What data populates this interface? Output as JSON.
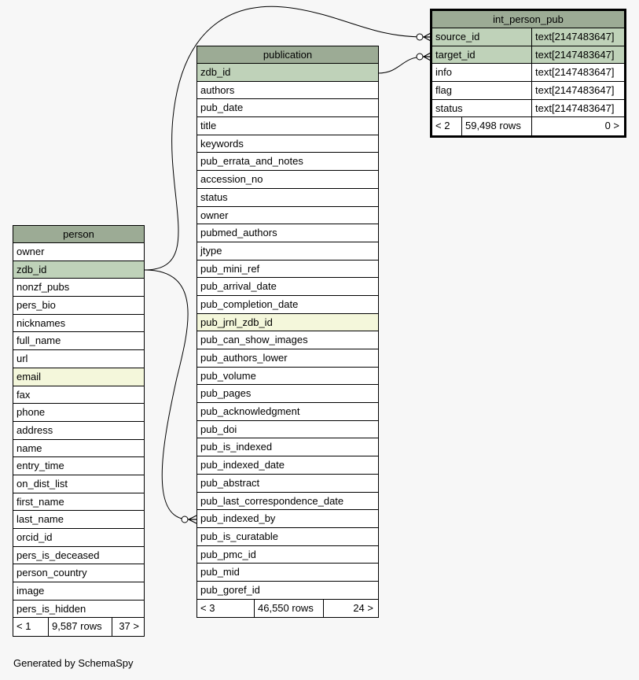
{
  "tables": {
    "int_person_pub": {
      "name": "int_person_pub",
      "columns": [
        {
          "name": "source_id",
          "type": "text[2147483647]",
          "key": "pk"
        },
        {
          "name": "target_id",
          "type": "text[2147483647]",
          "key": "pk"
        },
        {
          "name": "info",
          "type": "text[2147483647]",
          "key": ""
        },
        {
          "name": "flag",
          "type": "text[2147483647]",
          "key": ""
        },
        {
          "name": "status",
          "type": "text[2147483647]",
          "key": ""
        }
      ],
      "footer": {
        "parents": "< 2",
        "rows": "59,498 rows",
        "children": "0 >"
      }
    },
    "publication": {
      "name": "publication",
      "columns": [
        {
          "name": "zdb_id",
          "key": "pk"
        },
        {
          "name": "authors",
          "key": ""
        },
        {
          "name": "pub_date",
          "key": ""
        },
        {
          "name": "title",
          "key": ""
        },
        {
          "name": "keywords",
          "key": ""
        },
        {
          "name": "pub_errata_and_notes",
          "key": ""
        },
        {
          "name": "accession_no",
          "key": ""
        },
        {
          "name": "status",
          "key": ""
        },
        {
          "name": "owner",
          "key": ""
        },
        {
          "name": "pubmed_authors",
          "key": ""
        },
        {
          "name": "jtype",
          "key": ""
        },
        {
          "name": "pub_mini_ref",
          "key": ""
        },
        {
          "name": "pub_arrival_date",
          "key": ""
        },
        {
          "name": "pub_completion_date",
          "key": ""
        },
        {
          "name": "pub_jrnl_zdb_id",
          "key": "idx"
        },
        {
          "name": "pub_can_show_images",
          "key": ""
        },
        {
          "name": "pub_authors_lower",
          "key": ""
        },
        {
          "name": "pub_volume",
          "key": ""
        },
        {
          "name": "pub_pages",
          "key": ""
        },
        {
          "name": "pub_acknowledgment",
          "key": ""
        },
        {
          "name": "pub_doi",
          "key": ""
        },
        {
          "name": "pub_is_indexed",
          "key": ""
        },
        {
          "name": "pub_indexed_date",
          "key": ""
        },
        {
          "name": "pub_abstract",
          "key": ""
        },
        {
          "name": "pub_last_correspondence_date",
          "key": ""
        },
        {
          "name": "pub_indexed_by",
          "key": ""
        },
        {
          "name": "pub_is_curatable",
          "key": ""
        },
        {
          "name": "pub_pmc_id",
          "key": ""
        },
        {
          "name": "pub_mid",
          "key": ""
        },
        {
          "name": "pub_goref_id",
          "key": ""
        }
      ],
      "footer": {
        "parents": "< 3",
        "rows": "46,550 rows",
        "children": "24 >"
      }
    },
    "person": {
      "name": "person",
      "columns": [
        {
          "name": "owner",
          "key": ""
        },
        {
          "name": "zdb_id",
          "key": "pk"
        },
        {
          "name": "nonzf_pubs",
          "key": ""
        },
        {
          "name": "pers_bio",
          "key": ""
        },
        {
          "name": "nicknames",
          "key": ""
        },
        {
          "name": "full_name",
          "key": ""
        },
        {
          "name": "url",
          "key": ""
        },
        {
          "name": "email",
          "key": "idx"
        },
        {
          "name": "fax",
          "key": ""
        },
        {
          "name": "phone",
          "key": ""
        },
        {
          "name": "address",
          "key": ""
        },
        {
          "name": "name",
          "key": ""
        },
        {
          "name": "entry_time",
          "key": ""
        },
        {
          "name": "on_dist_list",
          "key": ""
        },
        {
          "name": "first_name",
          "key": ""
        },
        {
          "name": "last_name",
          "key": ""
        },
        {
          "name": "orcid_id",
          "key": ""
        },
        {
          "name": "pers_is_deceased",
          "key": ""
        },
        {
          "name": "person_country",
          "key": ""
        },
        {
          "name": "image",
          "key": ""
        },
        {
          "name": "pers_is_hidden",
          "key": ""
        }
      ],
      "footer": {
        "parents": "< 1",
        "rows": "9,587 rows",
        "children": "37 >"
      }
    }
  },
  "relationships": [
    {
      "from": "person.zdb_id",
      "to": "int_person_pub.source_id"
    },
    {
      "from": "publication.zdb_id",
      "to": "int_person_pub.target_id"
    },
    {
      "from": "person.zdb_id",
      "to": "publication.pub_indexed_by"
    }
  ],
  "footer_text": "Generated by SchemaSpy",
  "colors": {
    "header": "#9cab95",
    "primary_key": "#bfd2b9",
    "indexed": "#f4f7db",
    "background": "#f7f7f7"
  }
}
